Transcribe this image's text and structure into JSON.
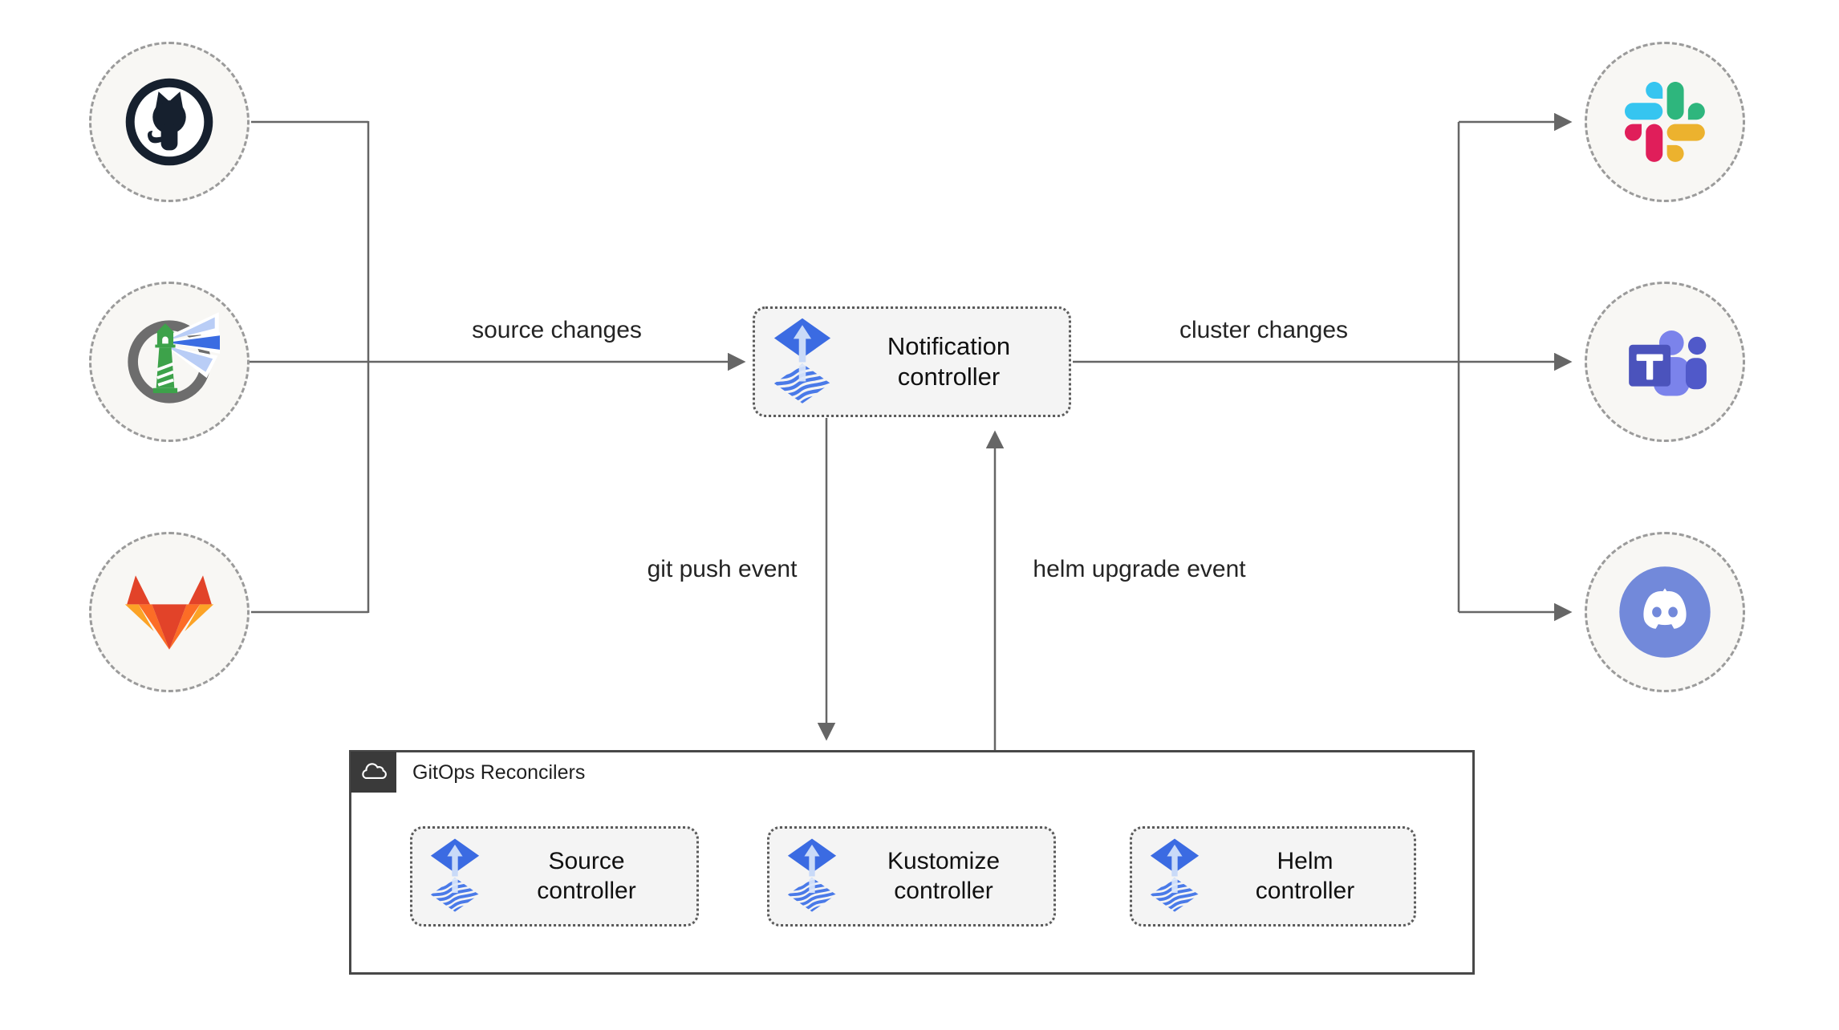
{
  "diagram": {
    "labels": {
      "source_changes": "source changes",
      "cluster_changes": "cluster changes",
      "git_push_event": "git push event",
      "helm_upgrade_event": "helm upgrade event"
    },
    "nodes": {
      "notification": "Notification\ncontroller",
      "source": "Source\ncontroller",
      "kustomize": "Kustomize\ncontroller",
      "helm": "Helm\ncontroller"
    },
    "group_title": "GitOps Reconcilers",
    "icons": {
      "sources": [
        "github-icon",
        "harbor-icon",
        "gitlab-icon"
      ],
      "targets": [
        "slack-icon",
        "teams-icon",
        "discord-icon"
      ],
      "node_icon": "flux-icon",
      "group_icon": "cloud-icon"
    },
    "colors": {
      "wire": "#666666",
      "node_fill": "#f4f4f4",
      "node_border": "#5a5a5a",
      "circle_fill": "#f8f7f4",
      "circle_border": "#9b9b9b",
      "group_border": "#484848",
      "tab_bg": "#3a3a3a",
      "flux_blue": "#3b6be2",
      "github_dark": "#16202e",
      "gitlab_red": "#e24329",
      "gitlab_orange": "#fc6d26",
      "gitlab_yellow": "#fca326",
      "slack_blue": "#36C5F0",
      "slack_green": "#2EB67D",
      "slack_yellow": "#ECB22E",
      "slack_red": "#E01E5A",
      "teams_purple": "#4b53bc",
      "discord_blurple": "#7289da",
      "harbor_green": "#3da24a",
      "text": "#242424"
    }
  }
}
